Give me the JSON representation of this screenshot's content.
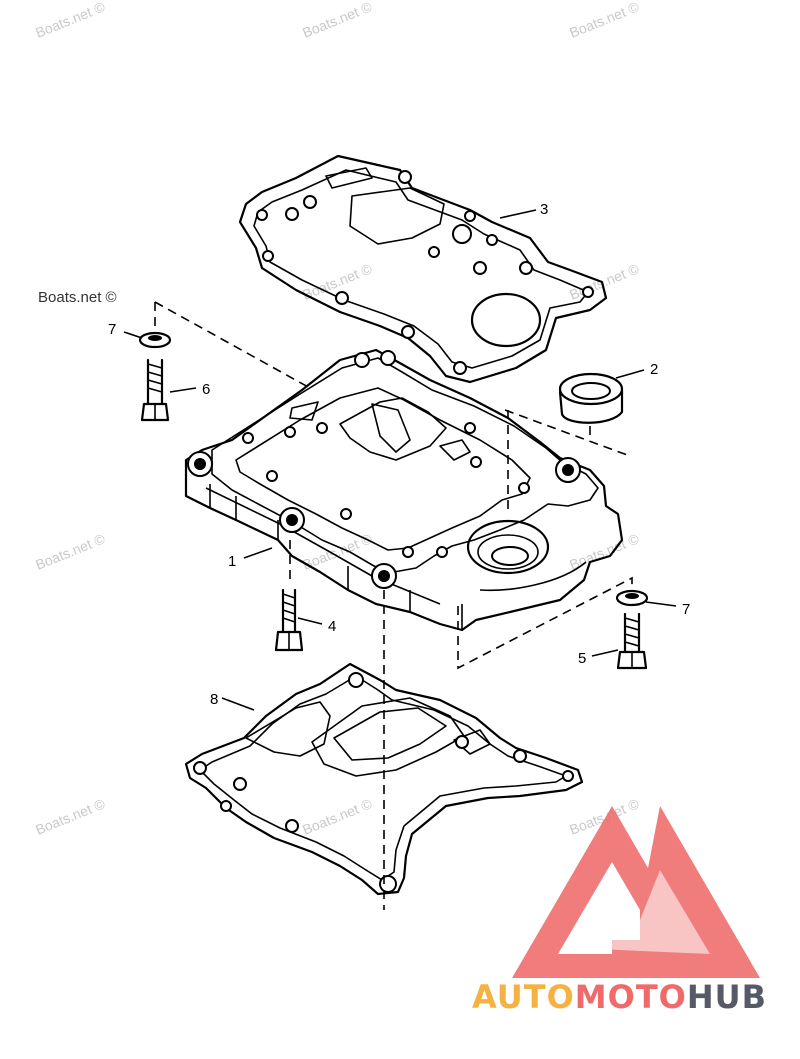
{
  "watermarks": [
    {
      "text": "Boats.net ©"
    },
    {
      "text": "Boats.net ©"
    },
    {
      "text": "Boats.net ©"
    },
    {
      "text": "Boats.net ©"
    },
    {
      "text": "Boats.net ©"
    },
    {
      "text": "Boats.net ©"
    },
    {
      "text": "Boats.net ©"
    },
    {
      "text": "Boats.net ©"
    },
    {
      "text": "Boats.net ©"
    },
    {
      "text": "Boats.net ©"
    },
    {
      "text": "Boats.net ©"
    },
    {
      "text": "Boats.net ©"
    }
  ],
  "callouts": {
    "c1": "1",
    "c2": "2",
    "c3": "3",
    "c4": "4",
    "c5": "5",
    "c6": "6",
    "c7a": "7",
    "c7b": "7",
    "c8": "8"
  },
  "brand": {
    "part1": "AUTO",
    "part2": "MOTO",
    "part3": "HUB",
    "colors": {
      "auto": "#f5b142",
      "moto": "#ef6a6a",
      "hub": "#555a66",
      "logo": "#ef6a6a"
    }
  }
}
